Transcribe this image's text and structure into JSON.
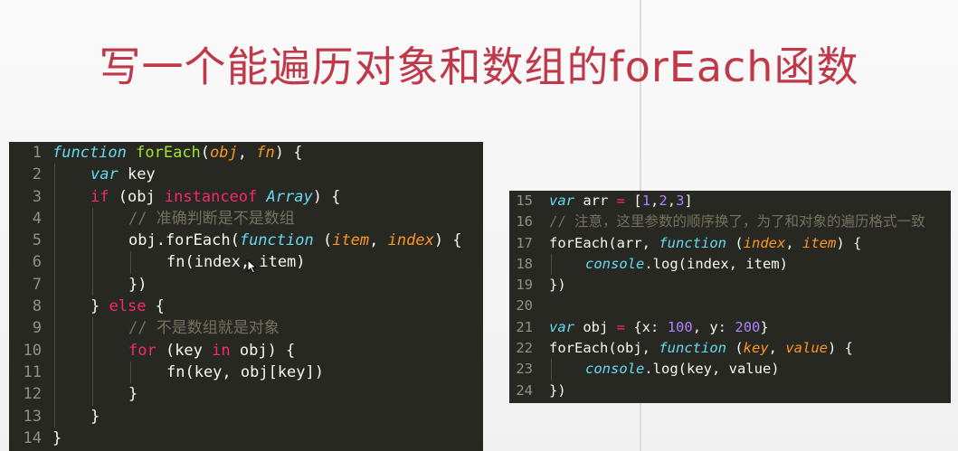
{
  "slide": {
    "title": "写一个能遍历对象和数组的forEach函数"
  },
  "colors": {
    "title": "#c0394a",
    "editor_bg": "#272822",
    "keyword": "#f92672",
    "storage": "#66d9ef",
    "function": "#a6e22e",
    "param": "#fd971f",
    "comment": "#75715e",
    "number": "#ae81ff",
    "text": "#f8f8f2"
  },
  "left_panel": {
    "lines": [
      {
        "num": "1",
        "indent": 0,
        "tokens": [
          {
            "t": "function",
            "c": "st"
          },
          {
            "t": " ",
            "c": "tx"
          },
          {
            "t": "forEach",
            "c": "fn"
          },
          {
            "t": "(",
            "c": "tx"
          },
          {
            "t": "obj",
            "c": "pa"
          },
          {
            "t": ", ",
            "c": "tx"
          },
          {
            "t": "fn",
            "c": "pa"
          },
          {
            "t": ") {",
            "c": "tx"
          }
        ]
      },
      {
        "num": "2",
        "indent": 1,
        "tokens": [
          {
            "t": "var",
            "c": "st"
          },
          {
            "t": " key",
            "c": "tx"
          }
        ]
      },
      {
        "num": "3",
        "indent": 1,
        "tokens": [
          {
            "t": "if",
            "c": "kw"
          },
          {
            "t": " (obj ",
            "c": "tx"
          },
          {
            "t": "instanceof",
            "c": "kw"
          },
          {
            "t": " ",
            "c": "tx"
          },
          {
            "t": "Array",
            "c": "st"
          },
          {
            "t": ") {",
            "c": "tx"
          }
        ]
      },
      {
        "num": "4",
        "indent": 2,
        "tokens": [
          {
            "t": "// 准确判断是不是数组",
            "c": "cm"
          }
        ]
      },
      {
        "num": "5",
        "indent": 2,
        "tokens": [
          {
            "t": "obj.forEach(",
            "c": "tx"
          },
          {
            "t": "function",
            "c": "st"
          },
          {
            "t": " (",
            "c": "tx"
          },
          {
            "t": "item",
            "c": "pa"
          },
          {
            "t": ", ",
            "c": "tx"
          },
          {
            "t": "index",
            "c": "pa"
          },
          {
            "t": ") {",
            "c": "tx"
          }
        ]
      },
      {
        "num": "6",
        "indent": 3,
        "tokens": [
          {
            "t": "fn(index, item)",
            "c": "tx"
          }
        ]
      },
      {
        "num": "7",
        "indent": 2,
        "tokens": [
          {
            "t": "})",
            "c": "tx"
          }
        ]
      },
      {
        "num": "8",
        "indent": 1,
        "tokens": [
          {
            "t": "} ",
            "c": "tx"
          },
          {
            "t": "else",
            "c": "kw"
          },
          {
            "t": " {",
            "c": "tx"
          }
        ]
      },
      {
        "num": "9",
        "indent": 2,
        "tokens": [
          {
            "t": "// 不是数组就是对象",
            "c": "cm"
          }
        ]
      },
      {
        "num": "10",
        "indent": 2,
        "tokens": [
          {
            "t": "for",
            "c": "kw"
          },
          {
            "t": " (key ",
            "c": "tx"
          },
          {
            "t": "in",
            "c": "kw"
          },
          {
            "t": " obj) {",
            "c": "tx"
          }
        ]
      },
      {
        "num": "11",
        "indent": 3,
        "tokens": [
          {
            "t": "fn(key, obj[key])",
            "c": "tx"
          }
        ]
      },
      {
        "num": "12",
        "indent": 2,
        "tokens": [
          {
            "t": "}",
            "c": "tx"
          }
        ]
      },
      {
        "num": "13",
        "indent": 1,
        "tokens": [
          {
            "t": "}",
            "c": "tx"
          }
        ]
      },
      {
        "num": "14",
        "indent": 0,
        "tokens": [
          {
            "t": "}",
            "c": "tx"
          }
        ]
      }
    ]
  },
  "right_panel": {
    "lines": [
      {
        "num": "15",
        "indent": 0,
        "tokens": [
          {
            "t": "var",
            "c": "st"
          },
          {
            "t": " arr ",
            "c": "tx"
          },
          {
            "t": "=",
            "c": "kw"
          },
          {
            "t": " [",
            "c": "tx"
          },
          {
            "t": "1",
            "c": "nu"
          },
          {
            "t": ",",
            "c": "tx"
          },
          {
            "t": "2",
            "c": "nu"
          },
          {
            "t": ",",
            "c": "tx"
          },
          {
            "t": "3",
            "c": "nu"
          },
          {
            "t": "]",
            "c": "tx"
          }
        ]
      },
      {
        "num": "16",
        "indent": 0,
        "tokens": [
          {
            "t": "// 注意，这里参数的顺序换了，为了和对象的遍历格式一致",
            "c": "cm"
          }
        ]
      },
      {
        "num": "17",
        "indent": 0,
        "tokens": [
          {
            "t": "forEach(arr, ",
            "c": "tx"
          },
          {
            "t": "function",
            "c": "st"
          },
          {
            "t": " (",
            "c": "tx"
          },
          {
            "t": "index",
            "c": "pa"
          },
          {
            "t": ", ",
            "c": "tx"
          },
          {
            "t": "item",
            "c": "pa"
          },
          {
            "t": ") {",
            "c": "tx"
          }
        ]
      },
      {
        "num": "18",
        "indent": 1,
        "tokens": [
          {
            "t": "console",
            "c": "st"
          },
          {
            "t": ".log(index, item)",
            "c": "tx"
          }
        ]
      },
      {
        "num": "19",
        "indent": 0,
        "tokens": [
          {
            "t": "})",
            "c": "tx"
          }
        ]
      },
      {
        "num": "20",
        "indent": 0,
        "tokens": []
      },
      {
        "num": "21",
        "indent": 0,
        "tokens": [
          {
            "t": "var",
            "c": "st"
          },
          {
            "t": " obj ",
            "c": "tx"
          },
          {
            "t": "=",
            "c": "kw"
          },
          {
            "t": " {x: ",
            "c": "tx"
          },
          {
            "t": "100",
            "c": "nu"
          },
          {
            "t": ", y: ",
            "c": "tx"
          },
          {
            "t": "200",
            "c": "nu"
          },
          {
            "t": "}",
            "c": "tx"
          }
        ]
      },
      {
        "num": "22",
        "indent": 0,
        "tokens": [
          {
            "t": "forEach(obj, ",
            "c": "tx"
          },
          {
            "t": "function",
            "c": "st"
          },
          {
            "t": " (",
            "c": "tx"
          },
          {
            "t": "key",
            "c": "pa"
          },
          {
            "t": ", ",
            "c": "tx"
          },
          {
            "t": "value",
            "c": "pa"
          },
          {
            "t": ") {",
            "c": "tx"
          }
        ]
      },
      {
        "num": "23",
        "indent": 1,
        "tokens": [
          {
            "t": "console",
            "c": "st"
          },
          {
            "t": ".log(key, value)",
            "c": "tx"
          }
        ]
      },
      {
        "num": "24",
        "indent": 0,
        "tokens": [
          {
            "t": "})",
            "c": "tx"
          }
        ]
      }
    ]
  }
}
